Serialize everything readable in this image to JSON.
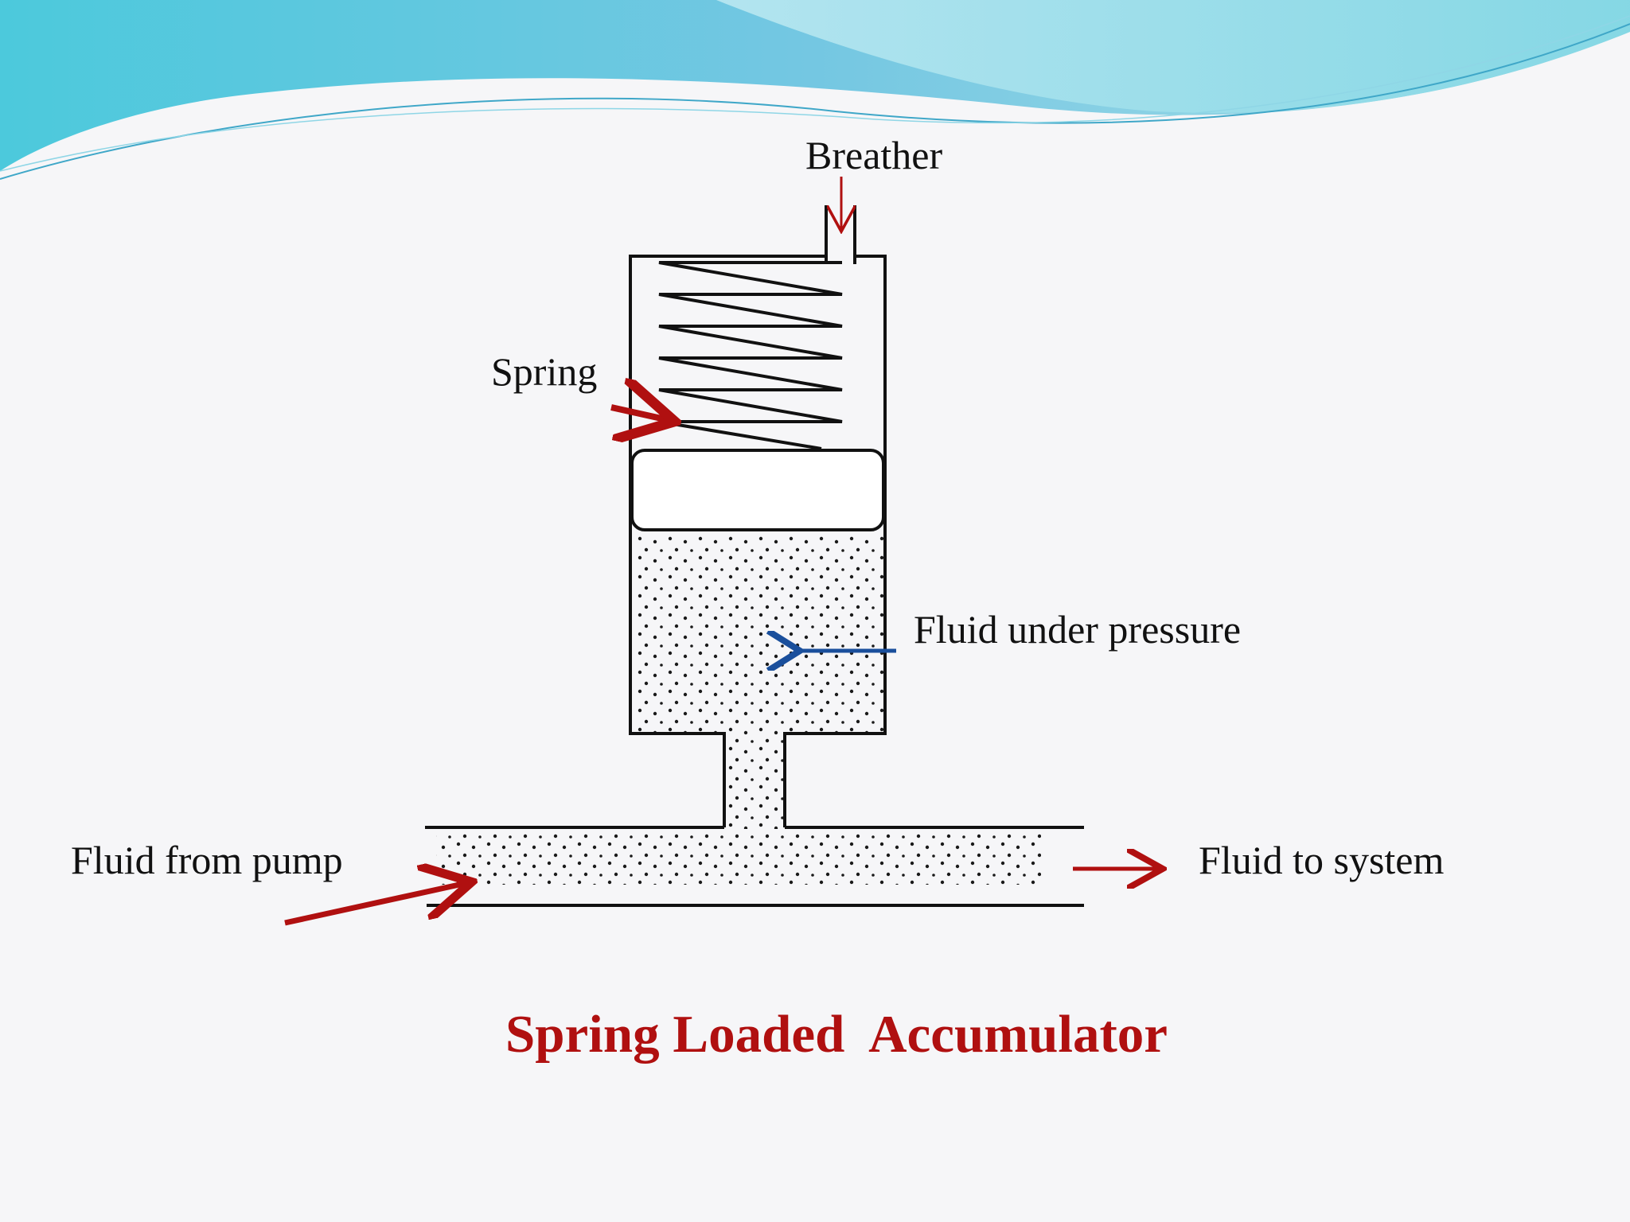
{
  "slide": {
    "labels": {
      "breather": "Breather",
      "spring": "Spring",
      "fluid_under_pressure": "Fluid under pressure",
      "fluid_from_pump": "Fluid from pump",
      "fluid_to_system": "Fluid to system"
    },
    "caption": "Spring Loaded  Accumulator"
  },
  "colors": {
    "arrow_red": "#b01010",
    "arrow_blue": "#1a4f9c",
    "caption": "#b01010",
    "outline": "#111111",
    "wave_light": "#b7e6ee",
    "wave_mid": "#6fcfdf",
    "wave_dark": "#3fa7c8"
  }
}
